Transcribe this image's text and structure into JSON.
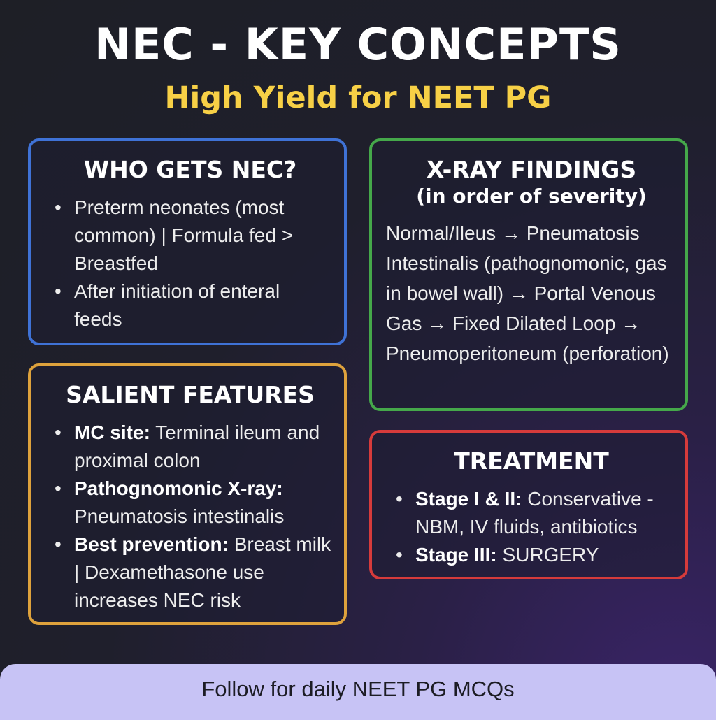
{
  "header": {
    "title": "NEC - KEY CONCEPTS",
    "subtitle": "High Yield for NEET PG"
  },
  "colors": {
    "subtitle": "#f7d046",
    "who_border": "#3f72d6",
    "xray_border": "#45a84a",
    "salient_border": "#dea23c",
    "treatment_border": "#d63b3b",
    "footer_bg": "#c7c3f5"
  },
  "who": {
    "title": "WHO GETS NEC?",
    "items": [
      "Preterm neonates (most common) | Formula fed > Breastfed",
      "After initiation of enteral feeds"
    ]
  },
  "xray": {
    "title": "X-RAY FINDINGS",
    "subtitle": "(in order of severity)",
    "text": "Normal/Ileus → Pneumatosis Intestinalis (pathognomonic, gas in bowel wall) → Portal Venous Gas → Fixed Dilated Loop → Pneumoperitoneum (perforation)"
  },
  "salient": {
    "title": "SALIENT FEATURES",
    "items": [
      {
        "lead": "MC site:",
        "text": " Terminal ileum and proximal colon"
      },
      {
        "lead": "Pathognomonic X-ray:",
        "text": " Pneumatosis intestinalis"
      },
      {
        "lead": "Best prevention:",
        "text": " Breast milk | Dexamethasone use increases NEC risk"
      }
    ]
  },
  "treatment": {
    "title": "TREATMENT",
    "items": [
      {
        "lead": "Stage I & II:",
        "text": " Conservative - NBM, IV fluids, antibiotics"
      },
      {
        "lead": "Stage III:",
        "text": " SURGERY"
      }
    ]
  },
  "footer": {
    "text": "Follow for daily NEET PG MCQs"
  }
}
